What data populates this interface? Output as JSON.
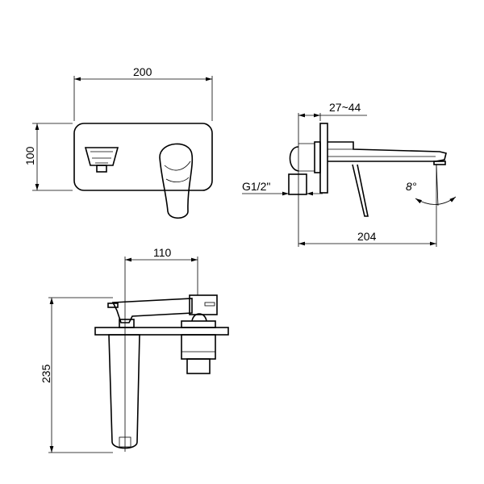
{
  "front_view": {
    "width_dim": "200",
    "height_dim": "100"
  },
  "side_view": {
    "wall_depth_dim": "27~44",
    "thread_label": "G1/2\"",
    "spout_reach_dim": "204",
    "angle_label": "8°"
  },
  "top_view": {
    "center_distance_dim": "110",
    "overall_length_dim": "235"
  },
  "colors": {
    "line": "#000000",
    "background": "#ffffff"
  }
}
